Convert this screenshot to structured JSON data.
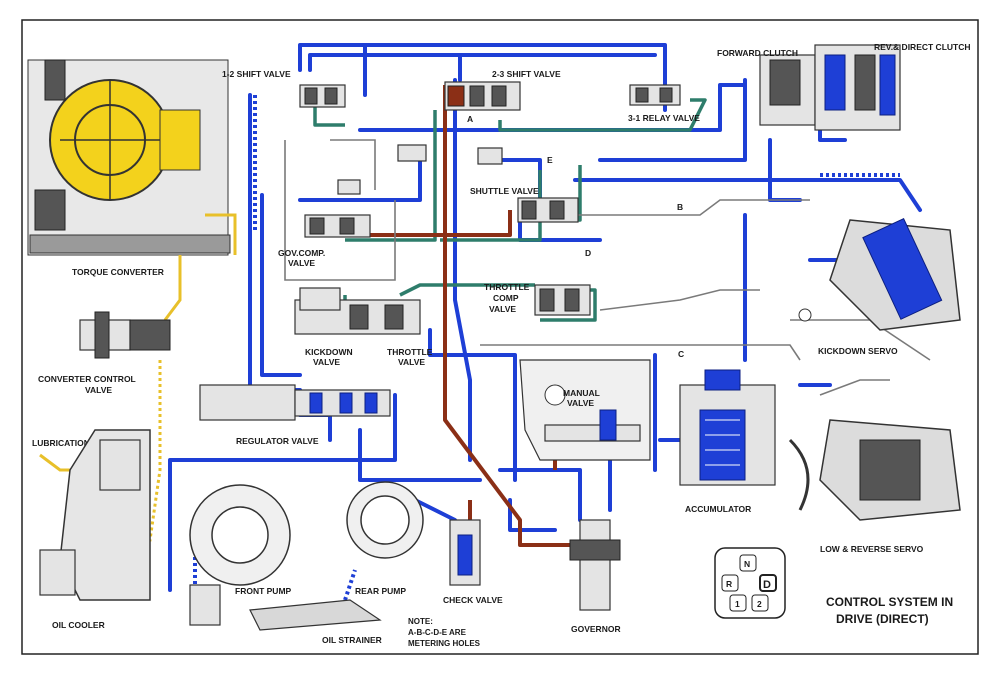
{
  "labels": {
    "shift_12": "1-2 SHIFT VALVE",
    "shift_23": "2-3 SHIFT VALVE",
    "relay_31": "3-1 RELAY VALVE",
    "forward_clutch": "FORWARD CLUTCH",
    "rev_direct_clutch": "REV.& DIRECT CLUTCH",
    "torque_converter": "TORQUE CONVERTER",
    "gov_comp_valve_1": "GOV.COMP.",
    "gov_comp_valve_2": "VALVE",
    "shuttle_valve": "SHUTTLE VALVE",
    "throttle_comp_1": "THROTTLE",
    "throttle_comp_2": "COMP",
    "throttle_comp_3": "VALVE",
    "kickdown_valve_1": "KICKDOWN",
    "kickdown_valve_2": "VALVE",
    "throttle_valve_1": "THROTTLE",
    "throttle_valve_2": "VALVE",
    "kickdown_servo": "KICKDOWN SERVO",
    "converter_control_1": "CONVERTER CONTROL",
    "converter_control_2": "VALVE",
    "lubrication": "LUBRICATION",
    "regulator_valve": "REGULATOR VALVE",
    "manual_valve_1": "MANUAL",
    "manual_valve_2": "VALVE",
    "accumulator": "ACCUMULATOR",
    "low_reverse_servo": "LOW & REVERSE SERVO",
    "front_pump": "FRONT PUMP",
    "rear_pump": "REAR PUMP",
    "check_valve": "CHECK VALVE",
    "oil_cooler": "OIL COOLER",
    "oil_strainer": "OIL STRAINER",
    "governor": "GOVERNOR"
  },
  "note": {
    "line1": "NOTE:",
    "line2": "A-B-C-D-E ARE",
    "line3": "METERING HOLES"
  },
  "metering_holes": {
    "a": "A",
    "b": "B",
    "c": "C",
    "d": "D",
    "e": "E"
  },
  "title": {
    "line1": "CONTROL SYSTEM IN",
    "line2": "DRIVE (DIRECT)"
  },
  "selector": {
    "n": "N",
    "r": "R",
    "d": "D",
    "one": "1",
    "two": "2",
    "selected": "D"
  },
  "colors": {
    "line_pressure": "#1e3fd6",
    "throttle_pressure": "#2e7d6b",
    "governor_pressure": "#8b2f16",
    "converter_oil": "#e8c02a"
  }
}
